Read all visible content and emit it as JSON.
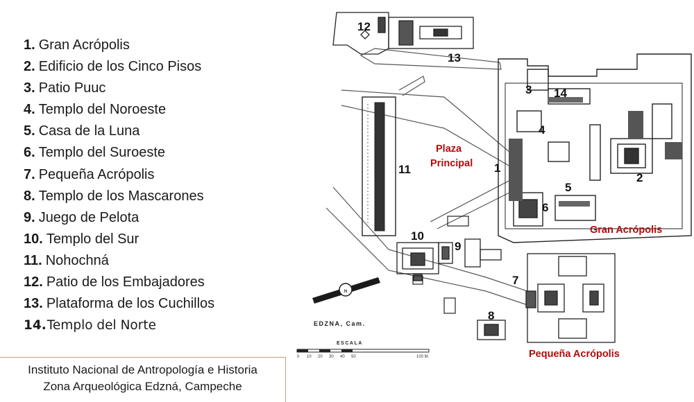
{
  "legend": [
    {
      "num": "1.",
      "label": "Gran Acrópolis"
    },
    {
      "num": "2.",
      "label": "Edificio de los Cinco Pisos"
    },
    {
      "num": "3.",
      "label": "Patio Puuc"
    },
    {
      "num": "4.",
      "label": "Templo del Noroeste"
    },
    {
      "num": "5.",
      "label": "Casa de la Luna"
    },
    {
      "num": "6.",
      "label": "Templo del Suroeste"
    },
    {
      "num": "7.",
      "label": "Pequeña Acrópolis"
    },
    {
      "num": "8.",
      "label": "Templo de los Mascarones"
    },
    {
      "num": "9.",
      "label": "Juego de Pelota"
    },
    {
      "num": "10.",
      "label": "Templo del Sur"
    },
    {
      "num": "11.",
      "label": "Nohochná"
    },
    {
      "num": "12.",
      "label": "Patio de los Embajadores"
    },
    {
      "num": "13.",
      "label": "Plataforma de los Cuchillos"
    },
    {
      "num": "14.",
      "label": "Templo del Norte"
    }
  ],
  "institute": {
    "line1": "Instituto Nacional de Antropología e Historia",
    "line2": "Zona Arqueológica Edzná, Campeche"
  },
  "map": {
    "markers": [
      "1",
      "2",
      "3",
      "4",
      "5",
      "6",
      "7",
      "8",
      "9",
      "10",
      "11",
      "12",
      "13",
      "14"
    ],
    "plaza_line1": "Plaza",
    "plaza_line2": "Principal",
    "gran_acropolis": "Gran Acrópolis",
    "pequena_acropolis": "Pequeña Acrópolis",
    "site_title": "EDZNA, Cam.",
    "scale_title": "ESCALA",
    "scale_ticks": [
      "0",
      "10",
      "20",
      "30",
      "40",
      "50",
      "100 M."
    ],
    "north_letter": "N"
  },
  "colors": {
    "place_label": "#b30c0c",
    "ink": "#1a1a1a",
    "frame": "#c99a85"
  }
}
